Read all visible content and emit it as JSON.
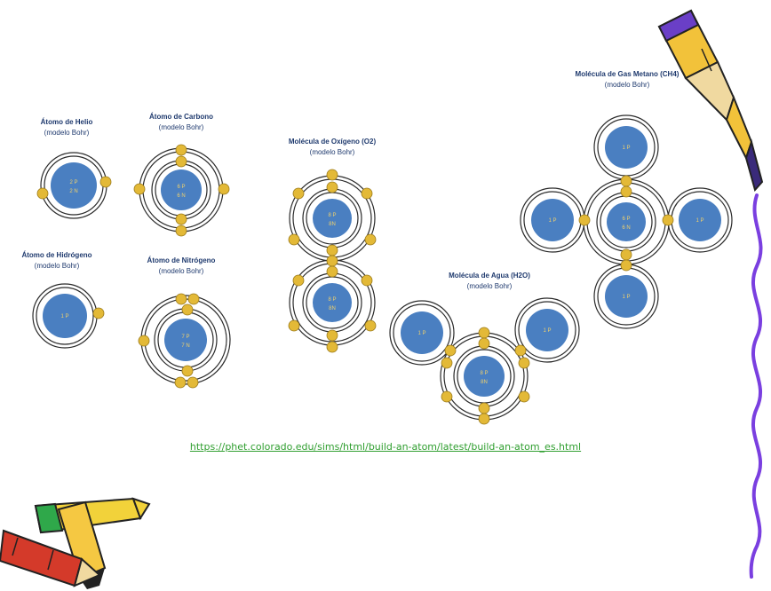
{
  "captions": {
    "helio": {
      "title": "Átomo de Helio",
      "sub": "(modelo Bohr)"
    },
    "carbono": {
      "title": "Átomo de Carbono",
      "sub": "(modelo Bohr)"
    },
    "hidrogeno": {
      "title": "Átomo de Hidrógeno",
      "sub": "(modelo Bohr)"
    },
    "nitrogeno": {
      "title": "Átomo de Nitrógeno",
      "sub": "(modelo Bohr)"
    },
    "oxigeno": {
      "title": "Molécula de Oxígeno (O2)",
      "sub": "(modelo Bohr)"
    },
    "agua": {
      "title": "Molécula de Agua (H2O)",
      "sub": "(modelo Bohr)"
    },
    "metano": {
      "title": "Molécula de Gas Metano (CH4)",
      "sub": "(modelo Bohr)"
    }
  },
  "nuclei": {
    "he": [
      "2 P",
      "2 N"
    ],
    "c": [
      "6 P",
      "6 N"
    ],
    "h": [
      "1 P"
    ],
    "n": [
      "7 P",
      "7 N"
    ],
    "o1": [
      "8 P",
      "8N"
    ],
    "o2": [
      "8 P",
      "8N"
    ],
    "water_o": [
      "8 P",
      "8N"
    ],
    "water_h1": [
      "1 P"
    ],
    "water_h2": [
      "1 P"
    ],
    "ch4_c": [
      "6 P",
      "6 N"
    ],
    "ch4_h_top": [
      "1 P"
    ],
    "ch4_h_left": [
      "1 P"
    ],
    "ch4_h_right": [
      "1 P"
    ],
    "ch4_h_bottom": [
      "1 P"
    ]
  },
  "link": "https://phet.colorado.edu/sims/html/build-an-atom/latest/build-an-atom_es.html",
  "colors": {
    "nucleus": "#4a7fc1",
    "electron": "#e3b937",
    "orbit": "#2b2b2b",
    "caption": "#1f3a6e",
    "link": "#2f9e2f",
    "squiggle": "#7a3fe0"
  },
  "decorations": [
    "crayons-icon",
    "pencil-icon"
  ]
}
